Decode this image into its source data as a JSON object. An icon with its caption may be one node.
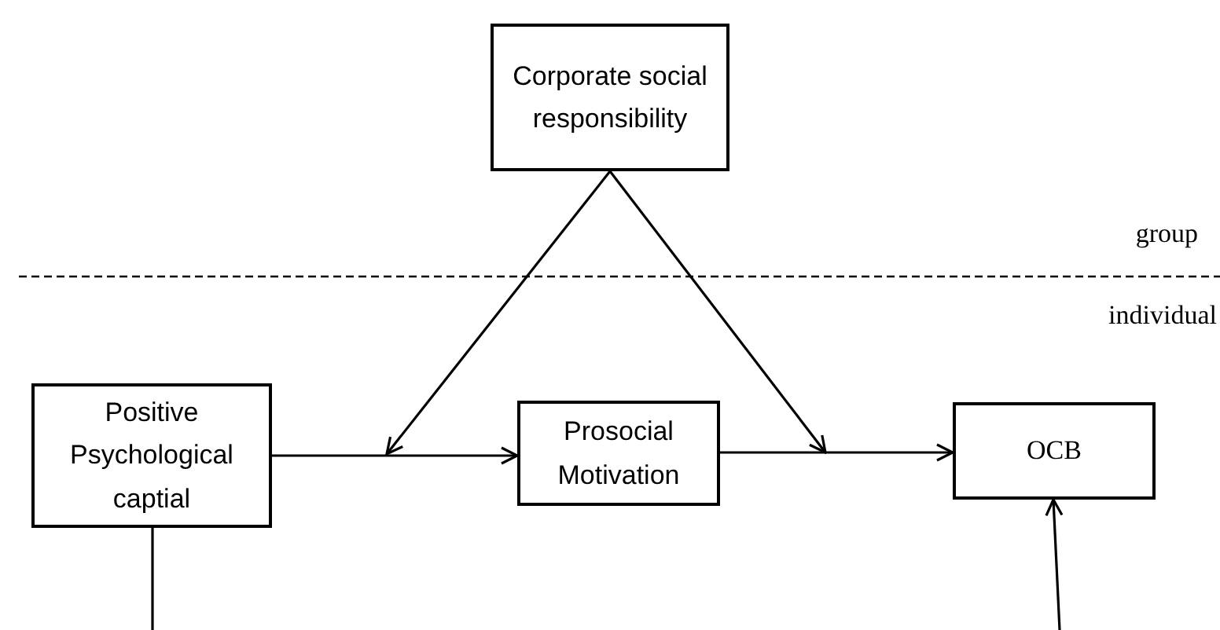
{
  "diagram": {
    "nodes": [
      {
        "text": [
          "Corporate social responsibility"
        ]
      },
      {
        "text": [
          "Positive Psychological captial"
        ]
      },
      {
        "text": [
          "Prosocial Motivation"
        ]
      },
      {
        "text": [
          "OCB"
        ]
      }
    ],
    "edges": [
      {
        "from": 1,
        "to": 2,
        "arrow": "to"
      },
      {
        "from": 2,
        "to": 3,
        "arrow": "to"
      },
      {
        "from": 0,
        "to": null,
        "arrow": "to"
      },
      {
        "from": 0,
        "to": null,
        "arrow": "to"
      },
      {
        "from": 1,
        "to": null,
        "arrow": "none"
      },
      {
        "from": null,
        "to": 3,
        "arrow": "to"
      }
    ],
    "labels": [
      "group",
      "individual"
    ]
  }
}
